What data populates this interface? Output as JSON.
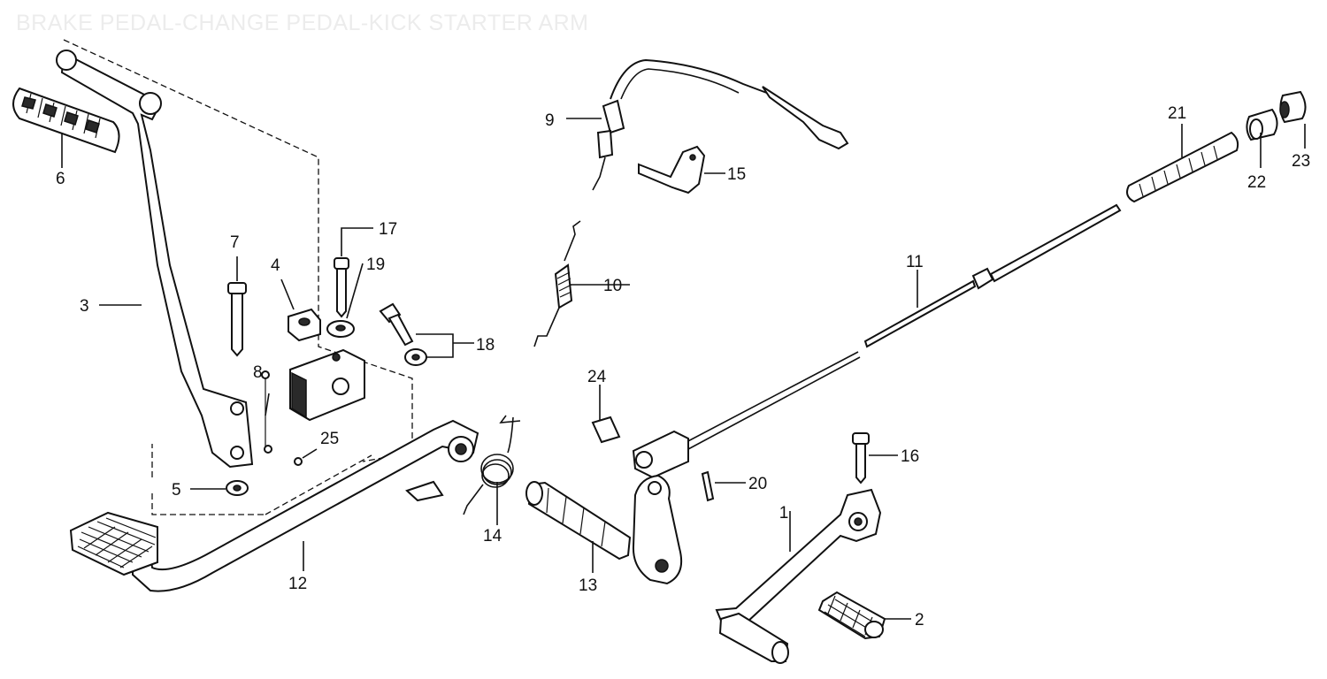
{
  "title": "BRAKE PEDAL-CHANGE PEDAL-KICK STARTER ARM",
  "callouts": {
    "c1": "1",
    "c2": "2",
    "c3": "3",
    "c4": "4",
    "c5": "5",
    "c6": "6",
    "c7": "7",
    "c8": "8",
    "c9": "9",
    "c10": "10",
    "c11": "11",
    "c12": "12",
    "c13": "13",
    "c14": "14",
    "c15": "15",
    "c16": "16",
    "c17": "17",
    "c18": "18",
    "c19": "19",
    "c20": "20",
    "c21": "21",
    "c22": "22",
    "c23": "23",
    "c24": "24",
    "c25": "25"
  }
}
